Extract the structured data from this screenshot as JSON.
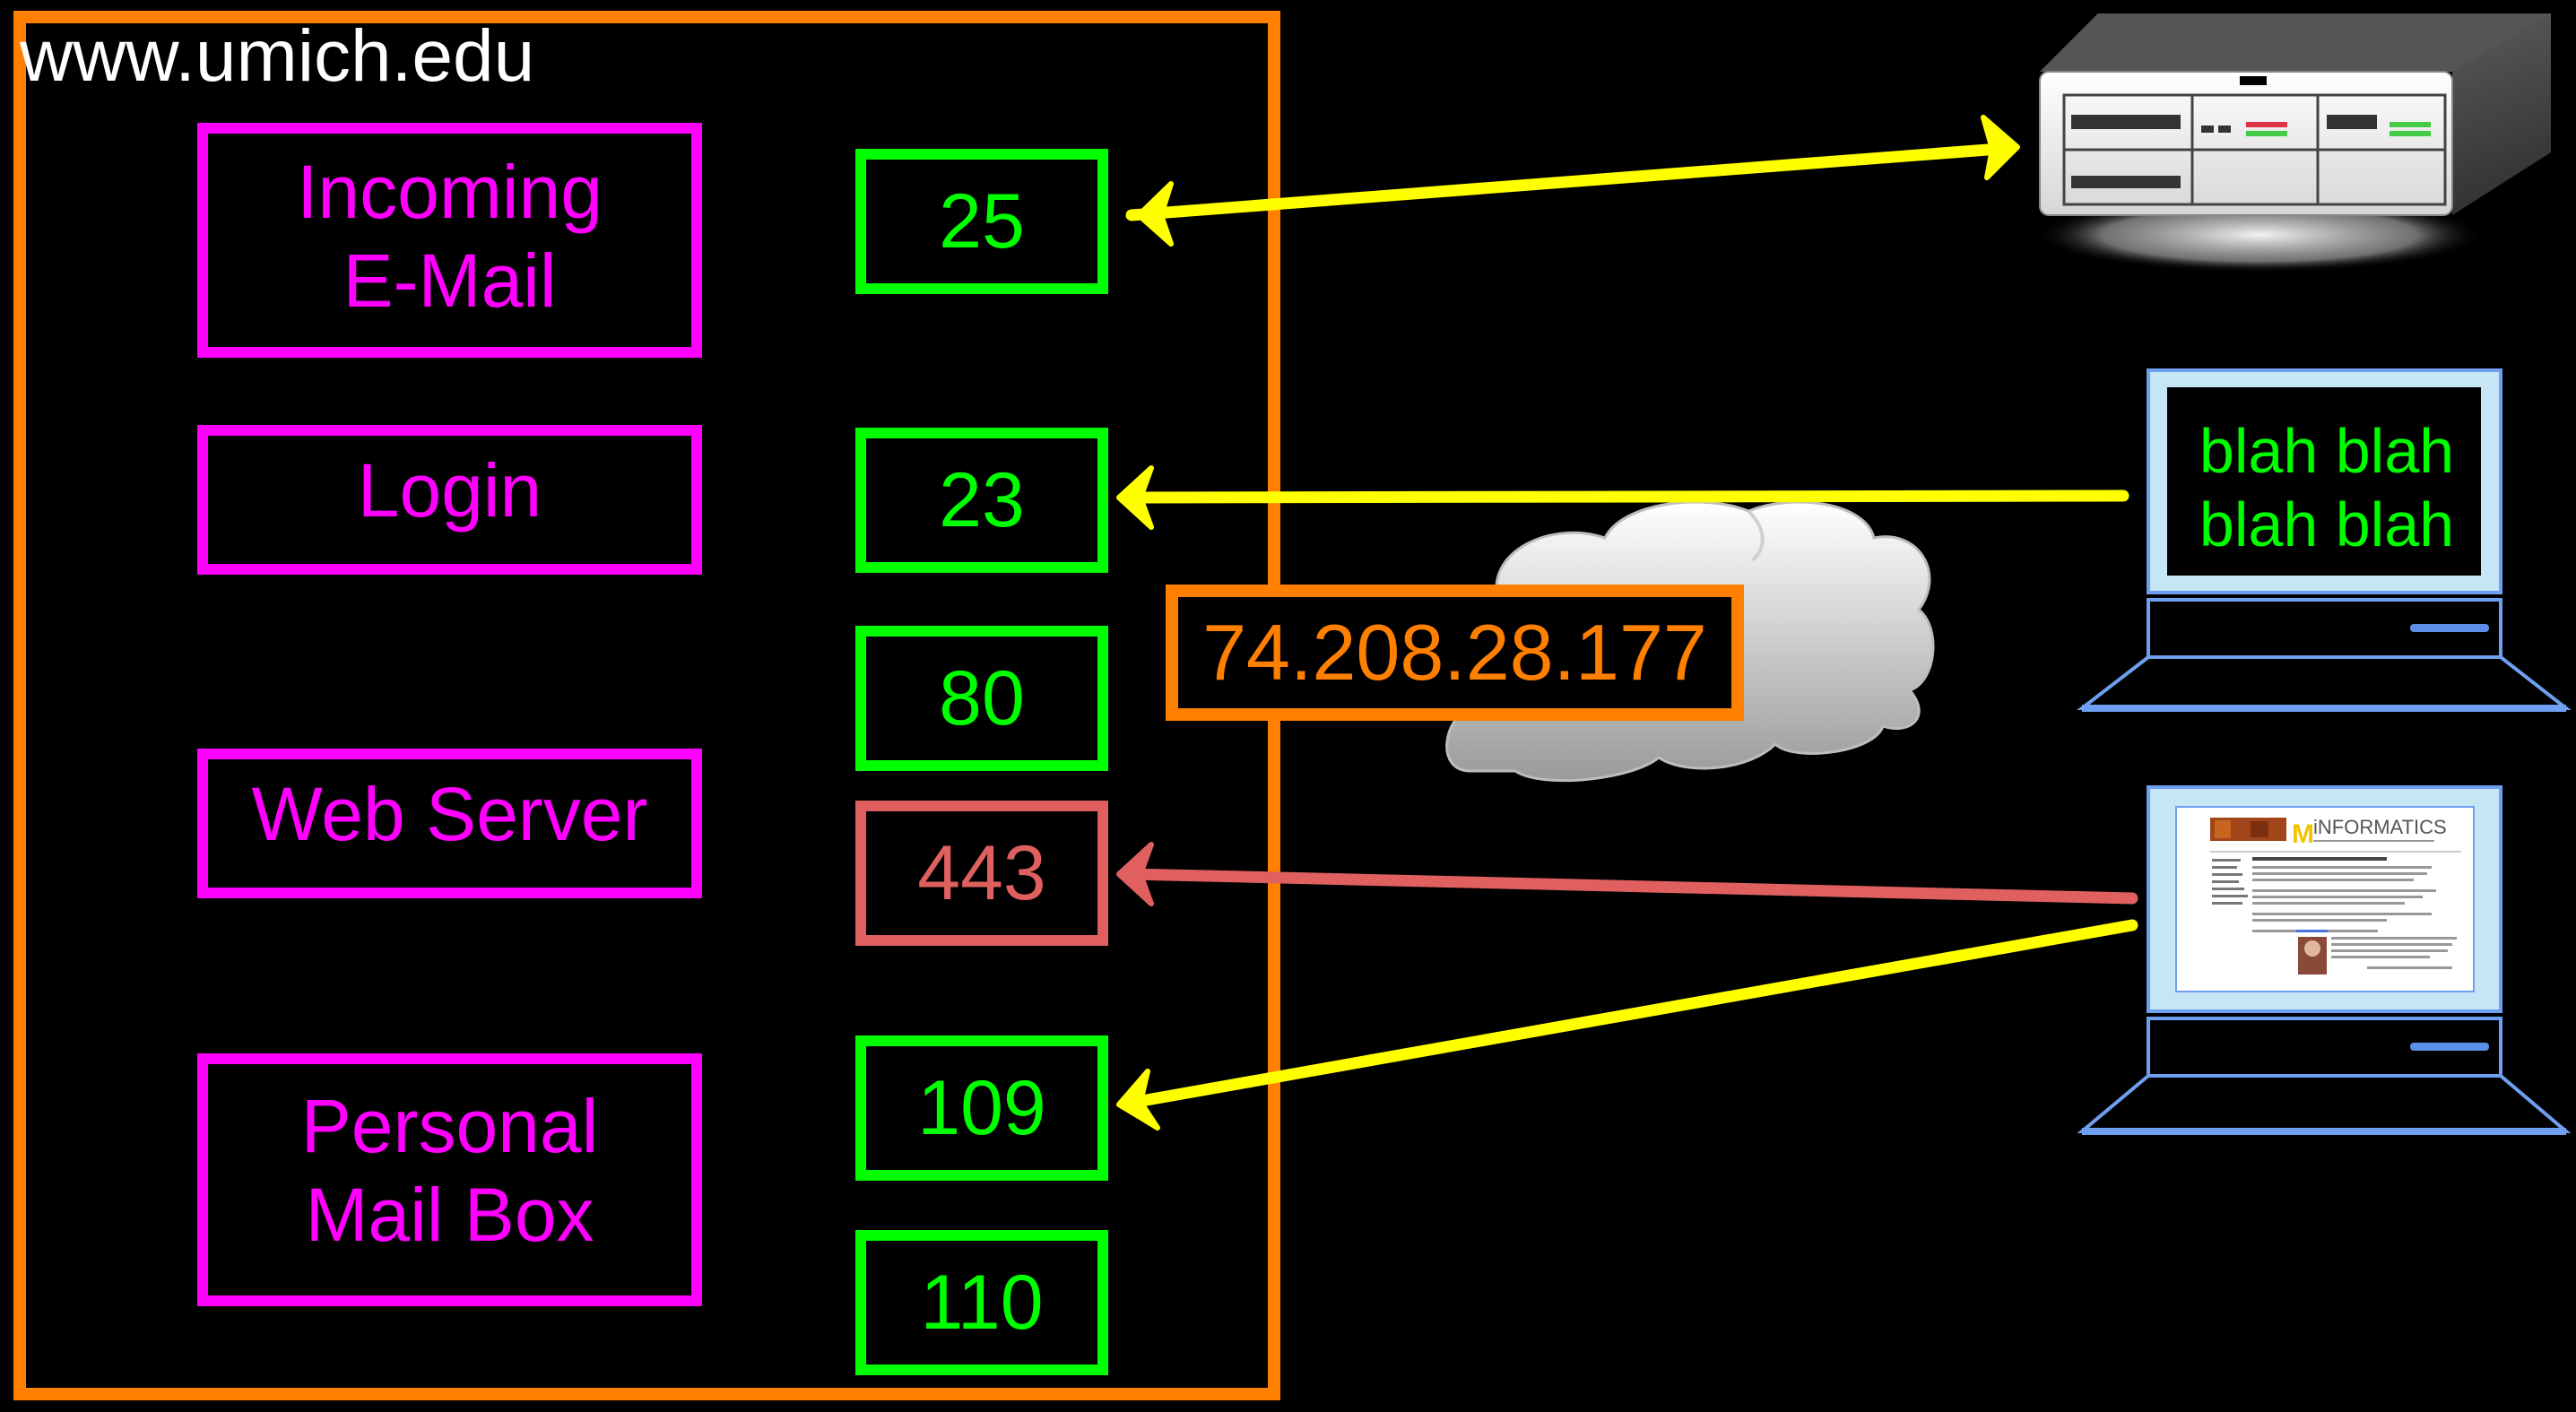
{
  "host": "www.umich.edu",
  "ip_address": "74.208.28.177",
  "services": [
    {
      "id": "incoming-email",
      "lines": [
        "Incoming",
        "E-Mail"
      ]
    },
    {
      "id": "login",
      "lines": [
        "Login"
      ]
    },
    {
      "id": "web-server",
      "lines": [
        "Web Server"
      ]
    },
    {
      "id": "personal-mailbox",
      "lines": [
        "Personal",
        "Mail Box"
      ]
    }
  ],
  "ports": [
    "25",
    "23",
    "80",
    "443",
    "109",
    "110"
  ],
  "terminal_screen": [
    "blah blah",
    "blah blah"
  ],
  "browser_page": {
    "logo_letter": "M",
    "site_name": "iNFORMATICS"
  },
  "colors": {
    "background": "#000000",
    "server_border": "#ff7f00",
    "service": "#ff00ff",
    "port": "#00ff00",
    "secure_port": "#e06060",
    "arrow": "#ffff00",
    "host_text": "#ffffff"
  }
}
